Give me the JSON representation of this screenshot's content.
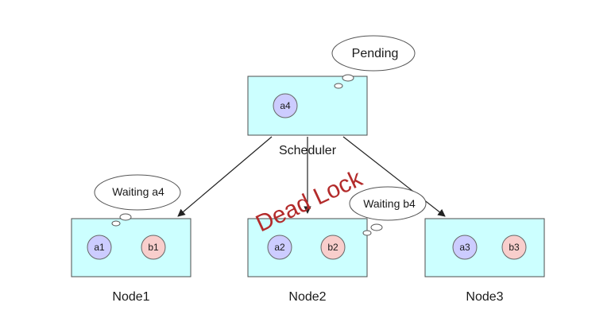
{
  "scheduler": {
    "label": "Scheduler",
    "pod": "a4",
    "bubble": "Pending"
  },
  "nodes": [
    {
      "label": "Node1",
      "pods": [
        "a1",
        "b1"
      ],
      "bubble": "Waiting a4"
    },
    {
      "label": "Node2",
      "pods": [
        "a2",
        "b2"
      ],
      "bubble": ""
    },
    {
      "label": "Node3",
      "pods": [
        "a3",
        "b3"
      ],
      "bubble": ""
    }
  ],
  "node2_bubble": "Waiting b4",
  "deadlock_label": "Dead Lock",
  "colors": {
    "box_fill": "#ccffff",
    "box_stroke": "#4d4d4d",
    "pod_a_fill": "#ccccff",
    "pod_b_fill": "#f8cecc",
    "deadlock_text": "#b32b2b"
  }
}
